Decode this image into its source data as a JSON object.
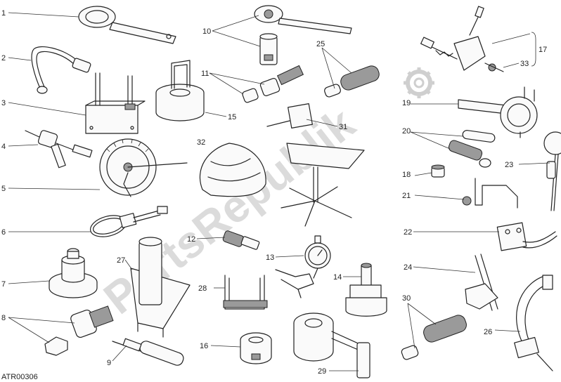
{
  "figure_code": "ATR00306",
  "watermark": "PartsRepublik",
  "labels": {
    "l1": "1",
    "l2": "2",
    "l3": "3",
    "l4": "4",
    "l5": "5",
    "l6": "6",
    "l7": "7",
    "l8": "8",
    "l9": "9",
    "l10": "10",
    "l11": "11",
    "l12": "12",
    "l13": "13",
    "l14": "14",
    "l15": "15",
    "l16": "16",
    "l17": "17",
    "l18": "18",
    "l19": "19",
    "l20": "20",
    "l21": "21",
    "l22": "22",
    "l23": "23",
    "l24": "24",
    "l25": "25",
    "l26": "26",
    "l27": "27",
    "l28": "28",
    "l29": "29",
    "l30": "30",
    "l31": "31",
    "l32": "32",
    "l33": "33"
  }
}
